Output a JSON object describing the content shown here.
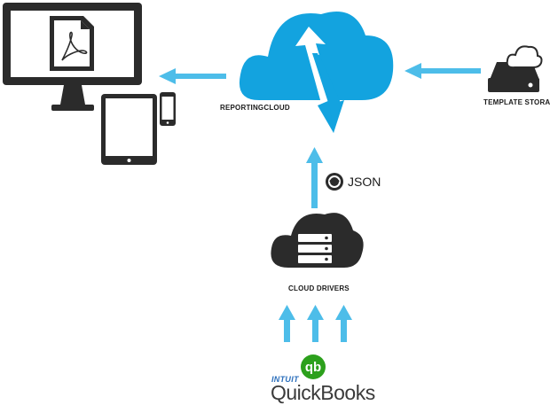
{
  "labels": {
    "reporting_cloud": "REPORTINGCLOUD",
    "template_storage": "TEMPLATE STORAGE",
    "json": "JSON",
    "cloud_drivers": "CLOUD DRIVERS"
  },
  "quickbooks": {
    "intuit": "INTUIT",
    "wordmark": "QuickBooks",
    "badge": "qb"
  },
  "icons": [
    "desktop-monitor-icon",
    "pdf-document-icon",
    "tablet-icon",
    "phone-icon",
    "reporting-cloud-icon",
    "storage-drive-icon",
    "json-logo-icon",
    "cloud-server-icon",
    "quickbooks-logo-icon"
  ],
  "colors": {
    "arrow": "#4dbde9",
    "cloud_blue": "#13a3df",
    "dark": "#2b2b2b",
    "qb_green": "#2ca01c",
    "intuit_blue": "#2a6ebb"
  }
}
